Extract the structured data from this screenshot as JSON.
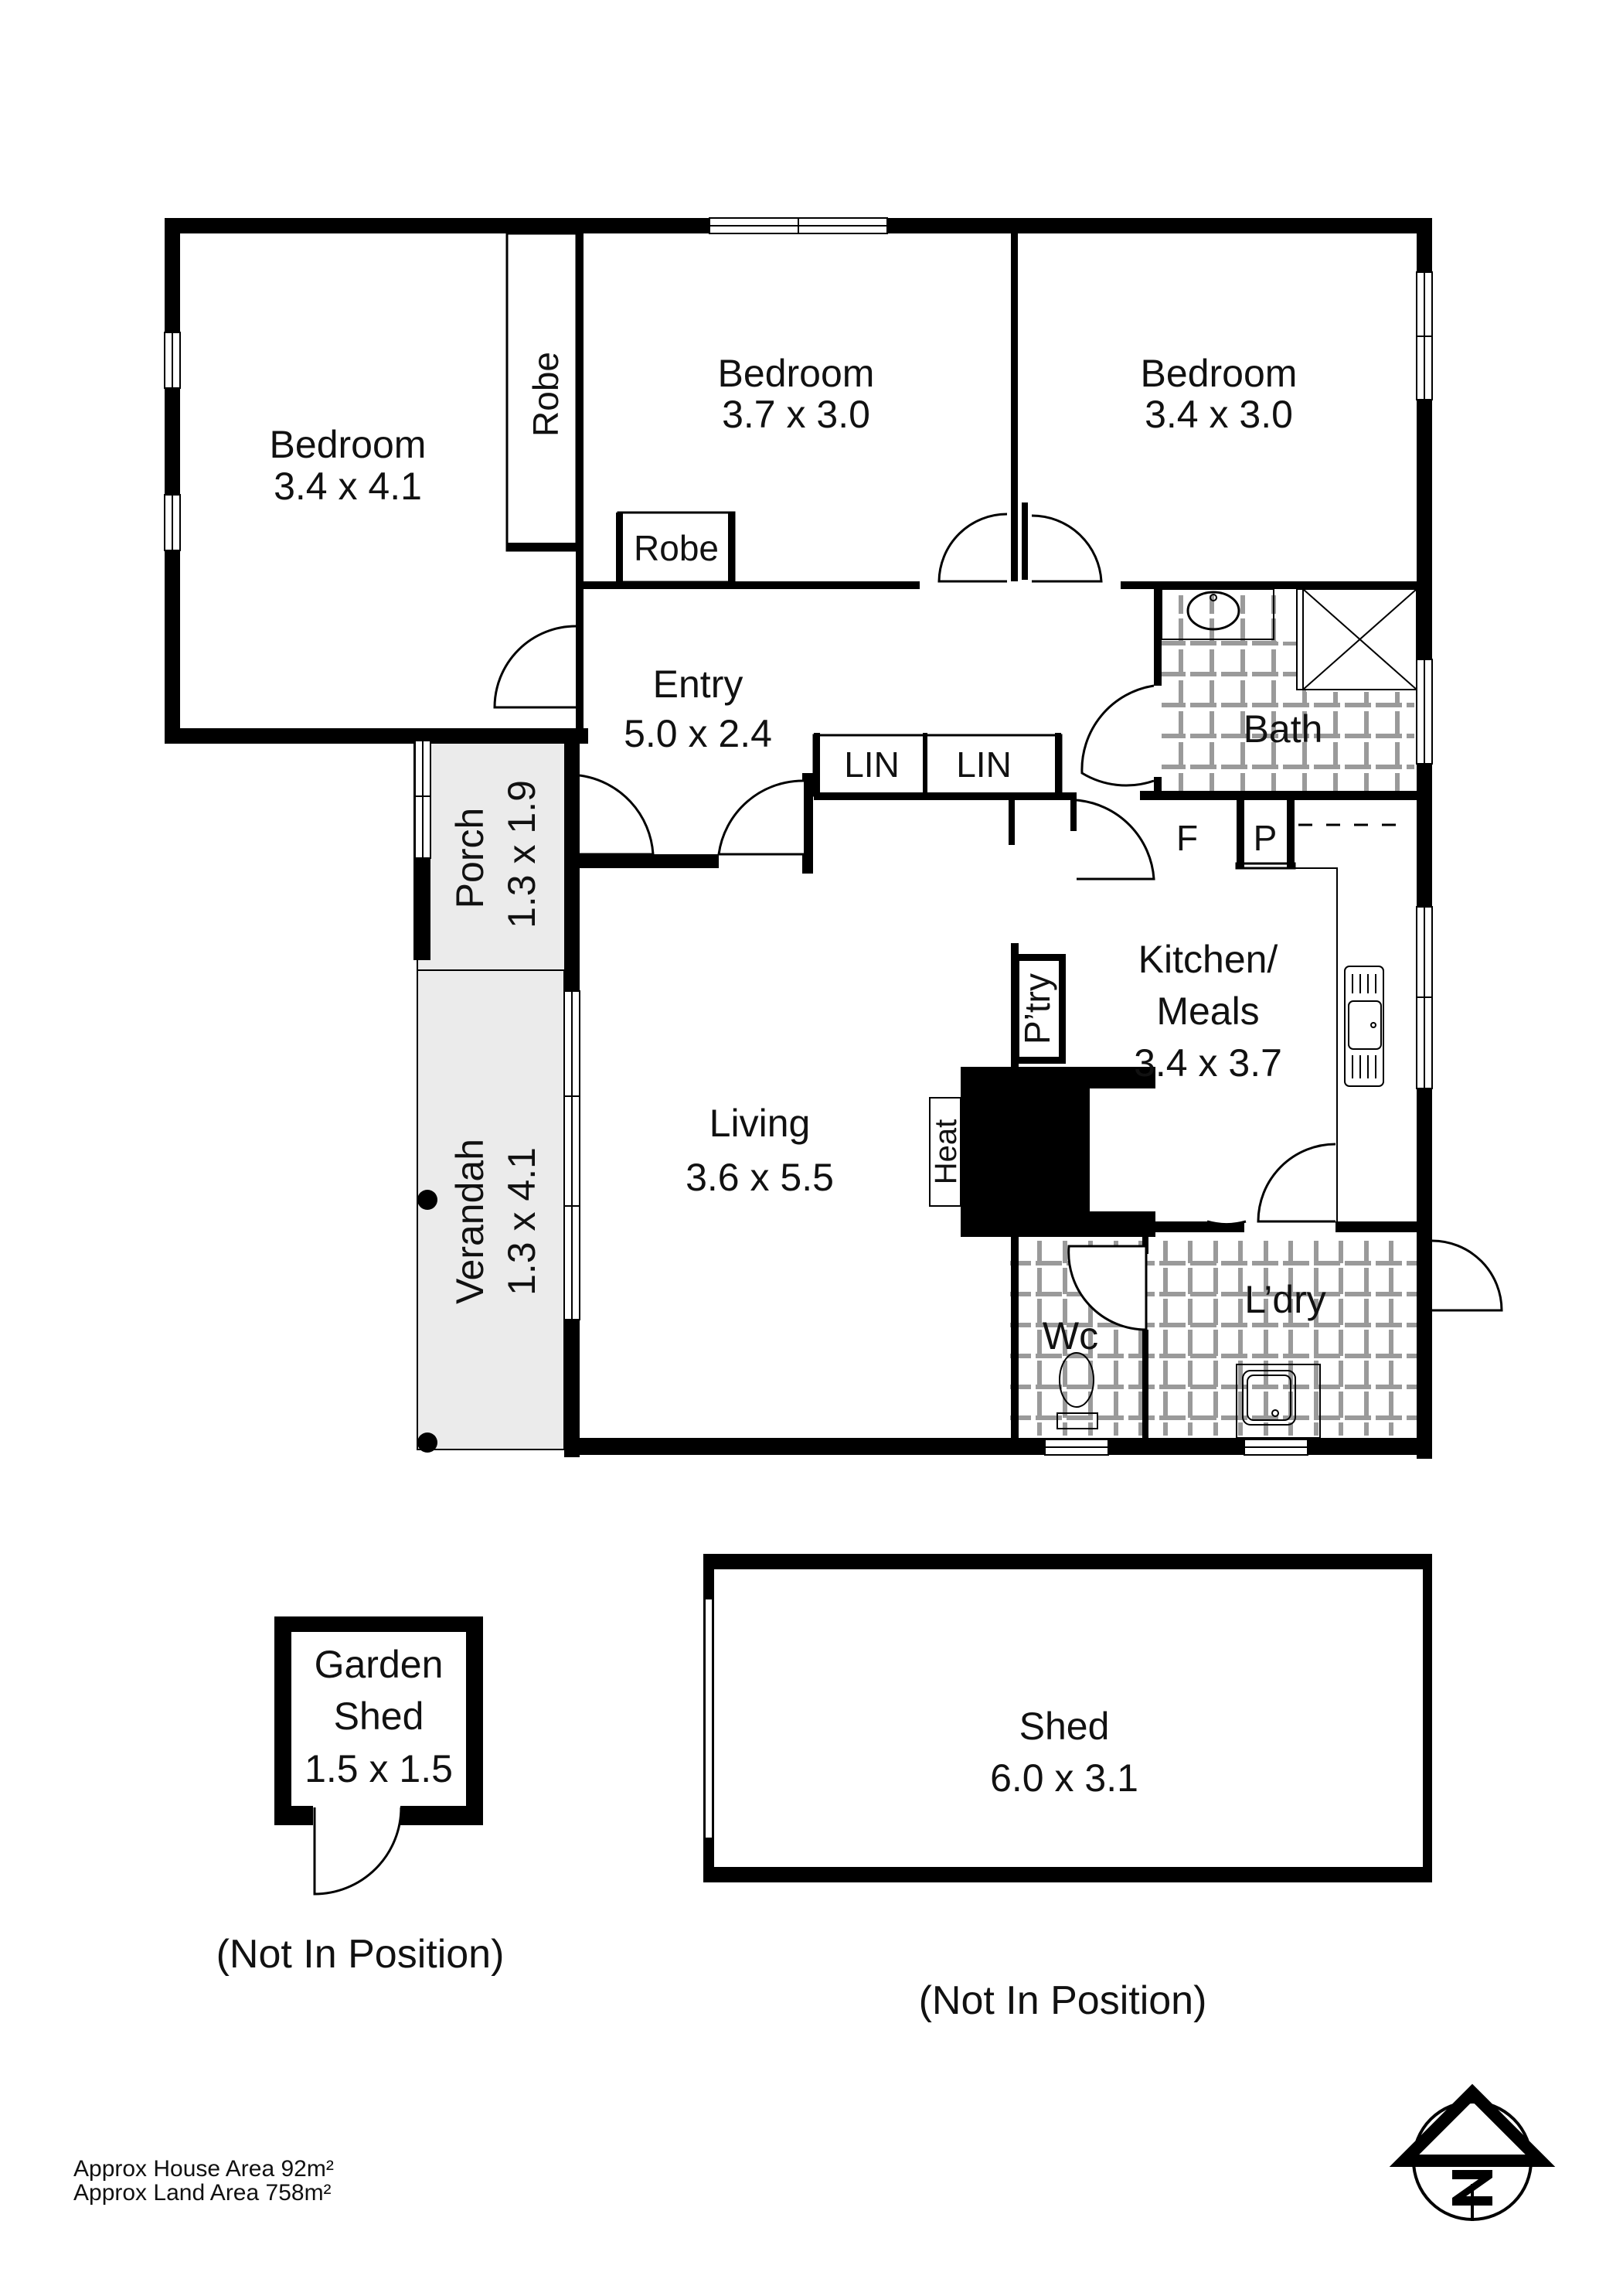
{
  "plan": {
    "rooms": [
      {
        "id": "bedroom-1",
        "name": "Bedroom",
        "dims": "3.4 x 4.1"
      },
      {
        "id": "bedroom-2",
        "name": "Bedroom",
        "dims": "3.7 x 3.0"
      },
      {
        "id": "bedroom-3",
        "name": "Bedroom",
        "dims": "3.4 x 3.0"
      },
      {
        "id": "entry",
        "name": "Entry",
        "dims": "5.0 x 2.4"
      },
      {
        "id": "porch",
        "name": "Porch",
        "dims": "1.3 x 1.9"
      },
      {
        "id": "verandah",
        "name": "Verandah",
        "dims": "1.3 x 4.1"
      },
      {
        "id": "living",
        "name": "Living",
        "dims": "3.6 x 5.5"
      },
      {
        "id": "kitchen-meals",
        "name_line1": "Kitchen/",
        "name_line2": "Meals",
        "dims": "3.4 x 3.7"
      },
      {
        "id": "bath",
        "name": "Bath"
      },
      {
        "id": "laundry",
        "name": "L’dry"
      },
      {
        "id": "wc",
        "name": "Wc"
      }
    ],
    "fixtures": {
      "robe_1": "Robe",
      "robe_2": "Robe",
      "linen_1": "LIN",
      "linen_2": "LIN",
      "fridge": "F",
      "pantry_small": "P",
      "pantry": "P’try",
      "heater": "Heat"
    },
    "outbuildings": [
      {
        "id": "garden-shed",
        "name_line1": "Garden",
        "name_line2": "Shed",
        "dims": "1.5 x 1.5",
        "note": "(Not In Position)"
      },
      {
        "id": "shed",
        "name": "Shed",
        "dims": "6.0 x 3.1",
        "note": "(Not In Position)"
      }
    ],
    "areas": {
      "house": "Approx House Area 92m²",
      "land": "Approx Land Area 758m²"
    },
    "compass": {
      "icon": "north-arrow-icon",
      "letter": "N"
    },
    "colors": {
      "wall": "#000000",
      "tile_grout": "#9a9a9a",
      "outdoor_fill": "#ebebeb",
      "background": "#ffffff"
    }
  }
}
